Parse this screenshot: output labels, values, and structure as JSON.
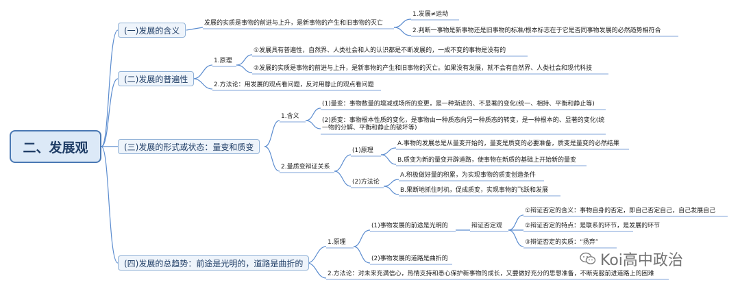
{
  "root": "二、发展观",
  "topics": {
    "t1": "(一)发展的含义",
    "t2": "(二)发展的普遍性",
    "t3": "(三)发展的形式或状态：量变和质变",
    "t4": "(四)发展的总趋势：前途是光明的，道路是曲折的"
  },
  "t1": {
    "main": "发展的实质是事物的前进与上升，是新事物的产生和旧事物的灭亡",
    "a": "1.发展≠运动",
    "b": "2.判断一事物是新事物还是旧事物的标准/根本标志在于它是否同事物发展的必然趋势相符合"
  },
  "t2": {
    "principle": "1.原理",
    "p1": "①发展具有普遍性，自然界、人类社会和人的认识都是不断发展的，一成不变的事物是没有的",
    "p2": "②发展的实质是事物的前进与上升，是新事物的产生和旧事物的灭亡。如果没有发展，就不会有自然界、人类社会和现代科技",
    "method": "2.方法论：用发展的观点看问题，反对用静止的观点看问题"
  },
  "t3": {
    "meaning": "1.含义",
    "m1": "(1)量变：事物数量的增减或场所的变更，是一种渐进的、不显著的变化(统一、相持、平衡和静止等)",
    "m2": "(2)质变：事物根本性质的变化，是事物由一种质态向另一种质态的转变，是一种根本的、显著的变化(统一物的分解、平衡和静止的破坏等)",
    "relation": "2.量质变辩证关系",
    "principle": "(1)原理",
    "r1": "A.事物的发展总是从量变开始的，量变是质变的必要准备，质变是量变的必然结果",
    "r2": "B.质变为新的量变开辟道路，使事物在新质的基础上开始新的量变",
    "method": "(2)方法论",
    "d1": "A.积极做好量的积累，为实现事物的质变创造条件",
    "d2": "B.果断地抓住时机，促成质变，实现事物的飞跃和发展"
  },
  "t4": {
    "principle": "1.原理",
    "bright": "(1)事物发展的前途是光明的",
    "negation": "辩证否定观",
    "n1": "①辩证否定的含义：事物自身的否定，即自己否定自己，自己发展自己",
    "n2": "②辩证否定的特点：是联系的环节，是发展的环节",
    "n3": "③辩证否定的实质：“扬弃”",
    "winding": "(2)事物发展的道路是曲折的",
    "method": "2.方法论：对未来充满信心，热情支持和悉心保护新事物的成长，又要做好充分的思想准备，不断克服前进道路上的困难"
  },
  "watermark": "Koi高中政治",
  "colors": {
    "line": "#5b8ccf",
    "underline": "#7fa3d8",
    "root_border": "#4a78b3"
  }
}
